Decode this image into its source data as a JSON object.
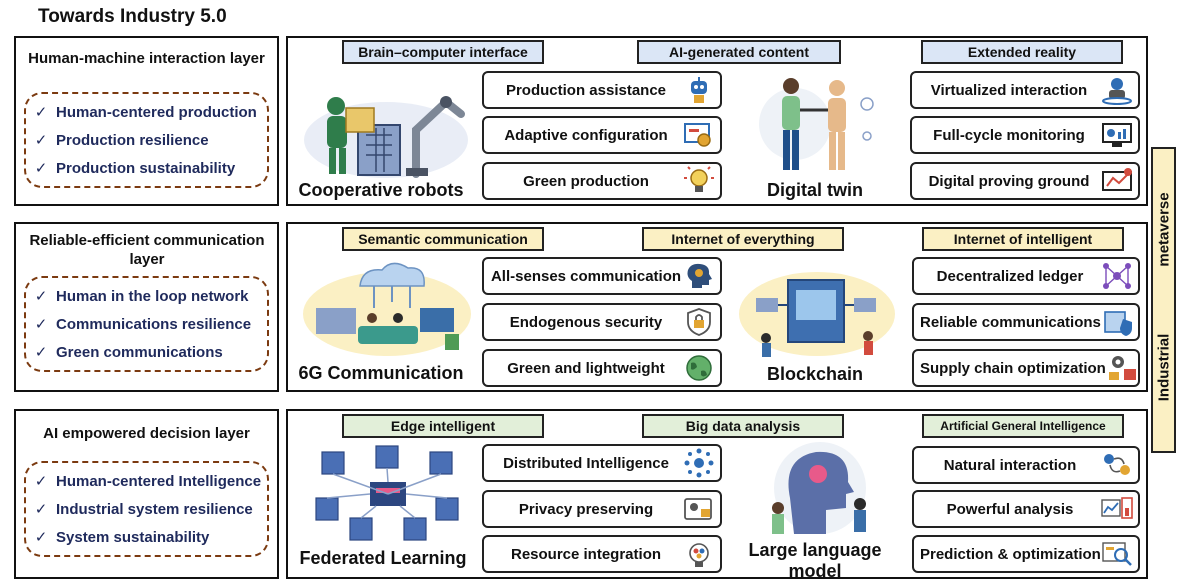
{
  "title": "Towards Industry 5.0",
  "layers": [
    {
      "name": "Human-machine interaction layer",
      "goals": [
        "Human-centered production",
        "Production resilience",
        "Production sustainability"
      ],
      "tags": [
        "Brain–computer interface",
        "AI-generated content",
        "Extended reality"
      ],
      "illustration_left": "Cooperative robots",
      "features_mid": [
        "Production assistance",
        "Adaptive configuration",
        "Green production"
      ],
      "illustration_right": "Digital twin",
      "features_right": [
        "Virtualized interaction",
        "Full-cycle monitoring",
        "Digital proving ground"
      ]
    },
    {
      "name": "Reliable-efficient communication layer",
      "goals": [
        "Human in the loop network",
        "Communications resilience",
        "Green communications"
      ],
      "tags": [
        "Semantic communication",
        "Internet of everything",
        "Internet of intelligent"
      ],
      "illustration_left": "6G Communication",
      "features_mid": [
        "All-senses communication",
        "Endogenous security",
        "Green and lightweight"
      ],
      "illustration_right": "Blockchain",
      "features_right": [
        "Decentralized ledger",
        "Reliable communications",
        "Supply chain optimization"
      ]
    },
    {
      "name": "AI empowered decision layer",
      "goals": [
        "Human-centered Intelligence",
        "Industrial system resilience",
        "System sustainability"
      ],
      "tags": [
        "Edge intelligent",
        "Big data analysis",
        "Artificial General Intelligence"
      ],
      "illustration_left": "Federated Learning",
      "features_mid": [
        "Distributed Intelligence",
        "Privacy preserving",
        "Resource integration"
      ],
      "illustration_right": "Large language model",
      "features_right": [
        "Natural interaction",
        "Powerful analysis",
        "Prediction & optimization"
      ]
    }
  ],
  "side_label": {
    "line1": "Industrial",
    "line2": "metaverse"
  },
  "check_mark": "✓",
  "colors": {
    "tag_blue": "#dbe6f6",
    "tag_yellow": "#fbf0c4",
    "tag_green": "#e2efd9",
    "goal_text": "#1f2a5c",
    "goal_border": "#7b3a10"
  }
}
